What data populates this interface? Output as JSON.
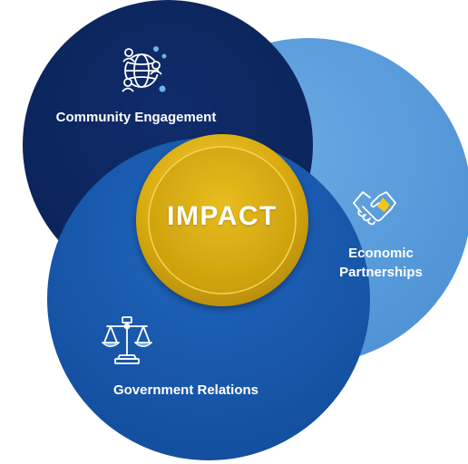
{
  "center": {
    "label": "IMPACT"
  },
  "segments": {
    "community": {
      "label": "Community Engagement",
      "icon": "globe-network-people-icon"
    },
    "economic": {
      "label_line1": "Economic",
      "label_line2": "Partnerships",
      "icon": "handshake-icon"
    },
    "government": {
      "label": "Government Relations",
      "icon": "scales-of-justice-icon"
    }
  },
  "colors": {
    "community_circle": "#0c2660",
    "economic_circle": "#5b9fdc",
    "government_circle": "#1b5cb0",
    "center_gold": "#d9ad12",
    "icon_stroke": "#ffffff",
    "icon_accent": "#6cb4f0"
  }
}
